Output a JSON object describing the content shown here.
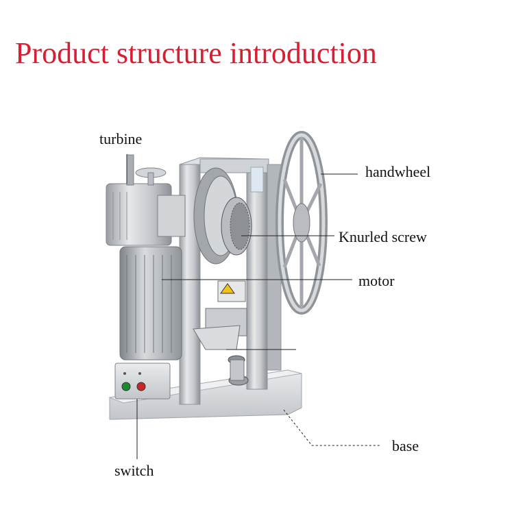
{
  "title": "Product structure introduction",
  "labels": {
    "turbine": "turbine",
    "handwheel": "handwheel",
    "knurled_screw": "Knurled screw",
    "motor": "motor",
    "base": "base",
    "switch": "switch"
  },
  "colors": {
    "title": "#d71f32",
    "switch_green": "#1e8a2e",
    "switch_red": "#c62828"
  }
}
